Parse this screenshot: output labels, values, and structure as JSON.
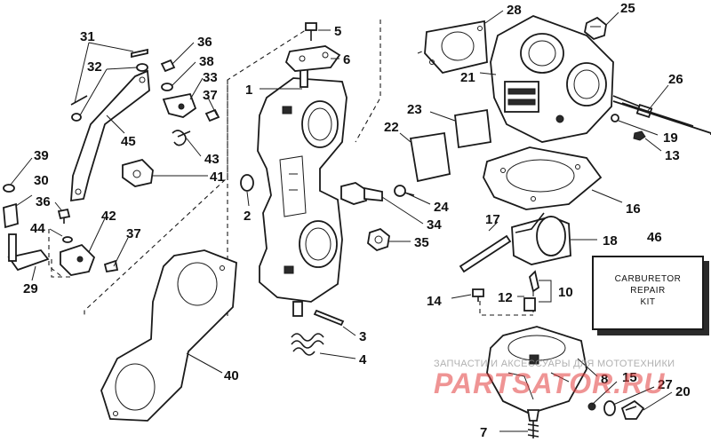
{
  "diagram": {
    "callouts": [
      "1",
      "2",
      "3",
      "4",
      "5",
      "6",
      "7",
      "8",
      "10",
      "12",
      "13",
      "14",
      "15",
      "16",
      "17",
      "18",
      "19",
      "20",
      "21",
      "22",
      "23",
      "24",
      "25",
      "26",
      "27",
      "28",
      "29",
      "30",
      "31",
      "32",
      "33",
      "34",
      "35",
      "36",
      "37",
      "38",
      "39",
      "40",
      "41",
      "42",
      "43",
      "44",
      "45",
      "46"
    ],
    "kit_label": {
      "line1": "CARBURETOR",
      "line2": "REPAIR",
      "line3": "KIT"
    },
    "watermark": {
      "caption": "ЗАПЧАСТИ И АКСЕССУАРЫ ДЛЯ МОТОТЕХНИКИ",
      "logo": "PARTSATOR.RU"
    }
  }
}
